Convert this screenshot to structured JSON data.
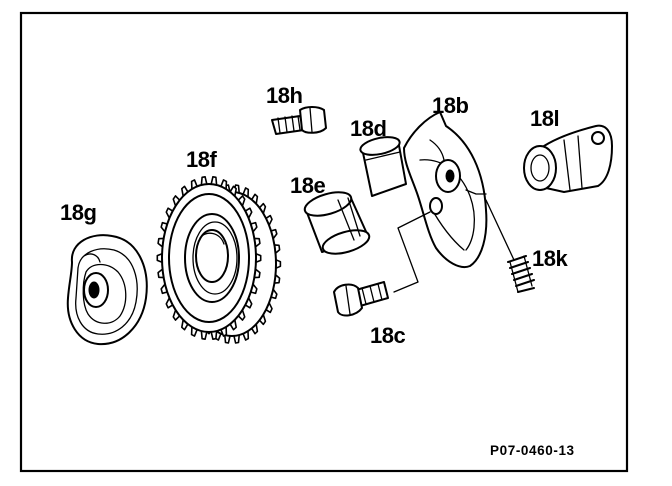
{
  "figure": {
    "frame_color": "#000000",
    "background": "#ffffff",
    "ref_code": "P07-0460-13",
    "labels": {
      "18g": "18g",
      "18f": "18f",
      "18h": "18h",
      "18e": "18e",
      "18d": "18d",
      "18b": "18b",
      "18l": "18l",
      "18k": "18k",
      "18c": "18c"
    }
  }
}
